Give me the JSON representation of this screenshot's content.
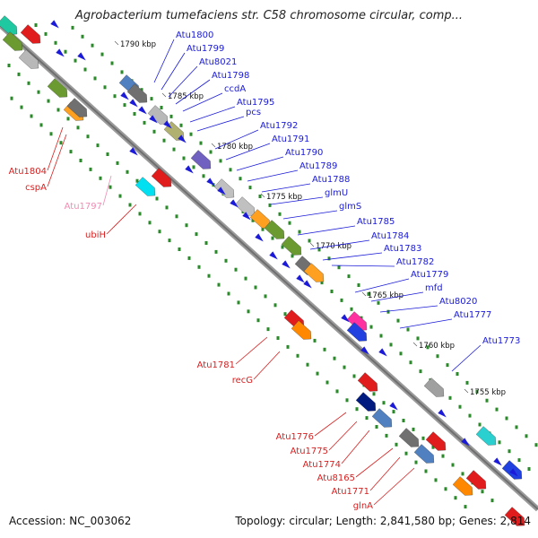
{
  "title": "Agrobacterium tumefaciens str. C58 chromosome circular, comp...",
  "accession": "Accession: NC_003062",
  "topology": "Topology: circular; Length: 2,841,580 bp; Genes: 2,814",
  "colors": {
    "blue_label": "#1a1ad8",
    "red_label": "#d81e1e",
    "pink_label": "#f08cb4",
    "backbone": "#8a8a8a",
    "dot": "#2a8a2a"
  },
  "ticks": [
    "1790 kbp",
    "1785 kbp",
    "1780 kbp",
    "1775 kbp",
    "1770 kbp",
    "1765 kbp",
    "1760 kbp",
    "1755 kbp"
  ],
  "blue_genes": [
    "Atu1800",
    "Atu1799",
    "Atu8021",
    "Atu1798",
    "ccdA",
    "Atu1795",
    "pcs",
    "Atu1792",
    "Atu1791",
    "Atu1790",
    "Atu1789",
    "Atu1788",
    "glmU",
    "glmS",
    "Atu1785",
    "Atu1784",
    "Atu1783",
    "Atu1782",
    "Atu1779",
    "mfd",
    "Atu8020",
    "Atu1777",
    "Atu1773"
  ],
  "red_genes": [
    "Atu1804",
    "cspA",
    "Atu1797",
    "ubiH",
    "Atu1781",
    "recG",
    "Atu1776",
    "Atu1775",
    "Atu1774",
    "Atu8165",
    "Atu1771",
    "glnA"
  ]
}
